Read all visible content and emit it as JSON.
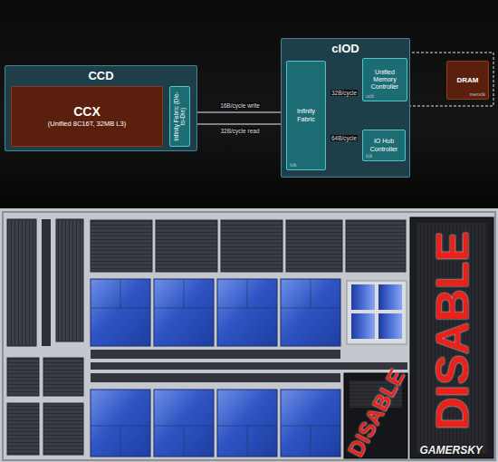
{
  "diagram": {
    "nodes": [
      {
        "text": [
          "CCD"
        ]
      },
      {
        "text": [
          "CCX",
          "(Unified 8C16T, 32MB L3)"
        ],
        "in": 0
      },
      {
        "text": [
          "Infinity Fabric (Die-to-Die)"
        ],
        "in": 0
      },
      {
        "text": [
          "cIOD"
        ]
      },
      {
        "text": [
          "Infinity Fabric",
          "fclk"
        ],
        "in": 3
      },
      {
        "text": [
          "Unified Memory Controller",
          "uclk"
        ],
        "in": 3
      },
      {
        "text": [
          "IO Hub Controller",
          "lclk"
        ],
        "in": 3
      },
      {
        "text": [
          "DRAM",
          "memclk"
        ]
      }
    ],
    "edges": [
      {
        "from": 2,
        "to": 4,
        "label": "16B/cycle write",
        "arrow": "to"
      },
      {
        "from": 4,
        "to": 2,
        "label": "32B/cycle read",
        "arrow": "to"
      },
      {
        "from": 4,
        "to": 5,
        "label": "32B/cycle",
        "arrow": "both"
      },
      {
        "from": 4,
        "to": 6,
        "label": "64B/cycle",
        "arrow": "both"
      }
    ],
    "labels": [
      "DISABLE",
      "DISABLE",
      "GAMERSKY"
    ]
  }
}
